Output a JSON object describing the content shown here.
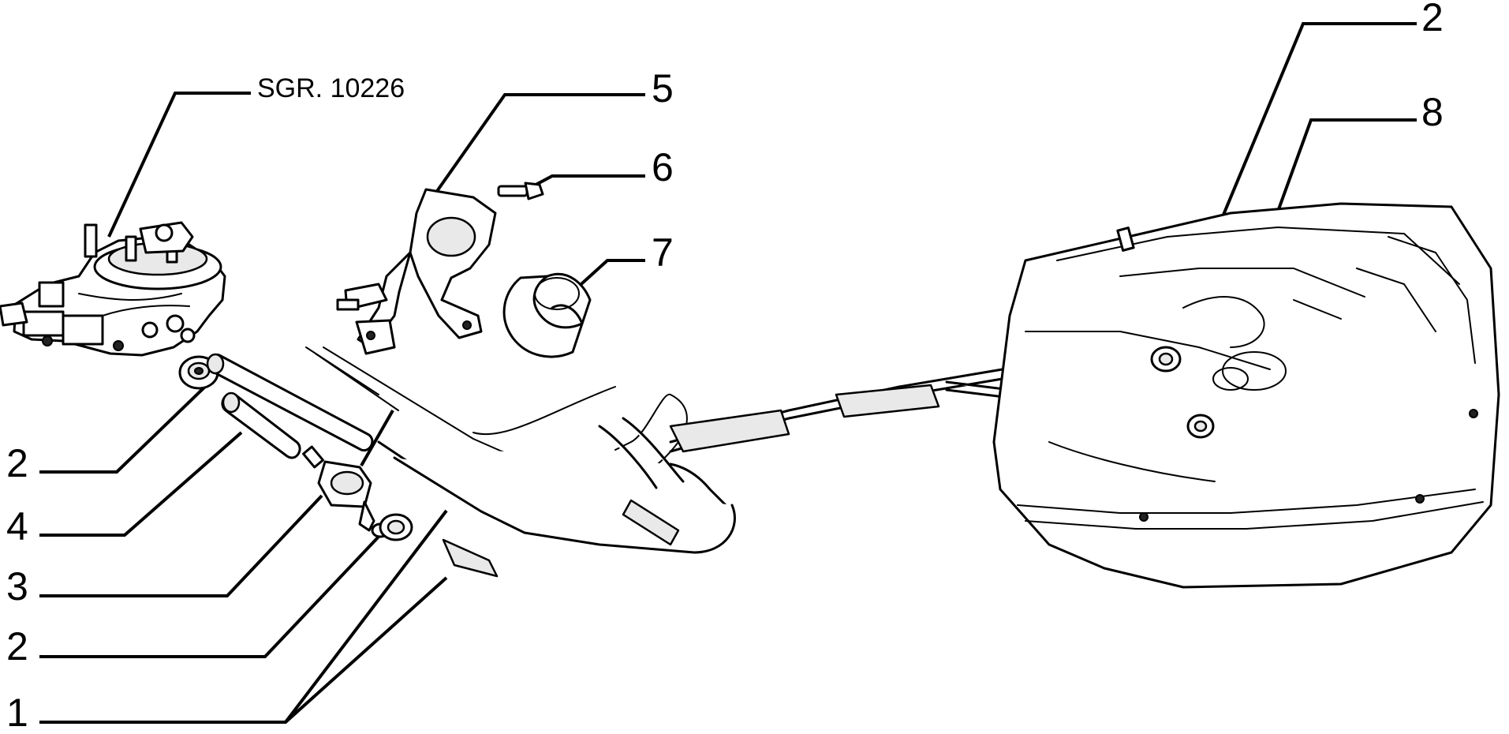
{
  "diagram": {
    "reference_label": "SGR. 10226",
    "callouts": [
      {
        "id": "c-2-top",
        "text": "2"
      },
      {
        "id": "c-8",
        "text": "8"
      },
      {
        "id": "c-5",
        "text": "5"
      },
      {
        "id": "c-6",
        "text": "6"
      },
      {
        "id": "c-7",
        "text": "7"
      },
      {
        "id": "c-2-left-a",
        "text": "2"
      },
      {
        "id": "c-4",
        "text": "4"
      },
      {
        "id": "c-3",
        "text": "3"
      },
      {
        "id": "c-2-left-b",
        "text": "2"
      },
      {
        "id": "c-1",
        "text": "1"
      }
    ],
    "colors": {
      "line": "#000000",
      "background": "#ffffff"
    }
  }
}
